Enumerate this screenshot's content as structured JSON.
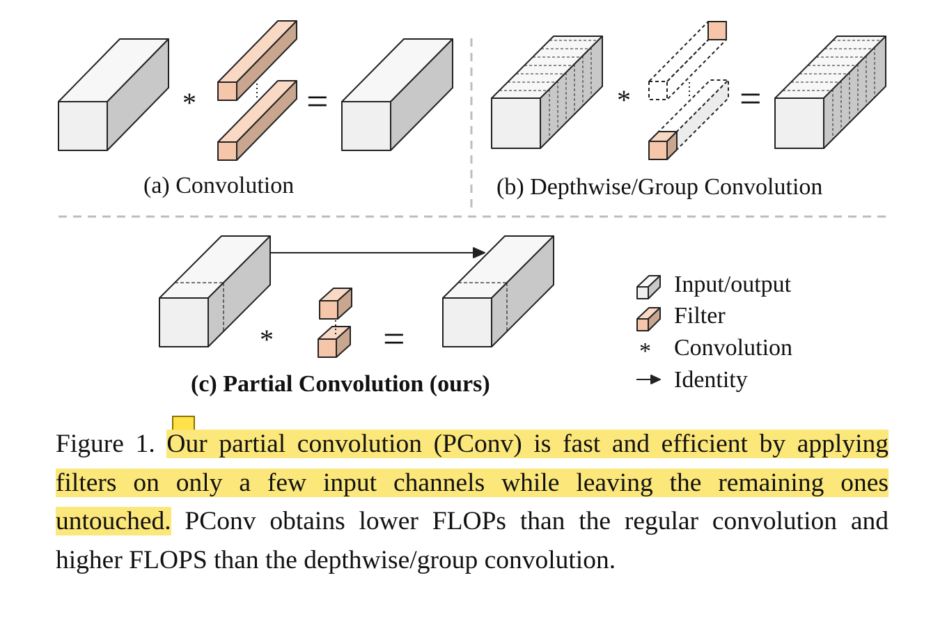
{
  "panels": {
    "a": {
      "label": "(a) Convolution"
    },
    "b": {
      "label": "(b) Depthwise/Group Convolution"
    },
    "c": {
      "label": "(c) Partial Convolution (ours)"
    }
  },
  "symbols": {
    "conv": "*",
    "equals": "="
  },
  "legend": {
    "items": [
      {
        "icon": "input-output-cube-icon",
        "label": "Input/output"
      },
      {
        "icon": "filter-cube-icon",
        "label": "Filter"
      },
      {
        "icon": "convolution-star-icon",
        "label": "Convolution"
      },
      {
        "icon": "identity-arrow-icon",
        "label": "Identity"
      }
    ]
  },
  "caption": {
    "prefix": "Figure 1.",
    "highlighted": "Our partial convolution (PConv) is fast and efficient by applying filters on only a few input channels while leaving the remaining ones untouched.",
    "rest": "PConv obtains lower FLOPs than the regular convolution and higher FLOPS than the depthwise/group convolution."
  },
  "colors": {
    "box_front": "#f0f0f0",
    "box_top": "#f7f7f7",
    "box_side": "#c8c8c8",
    "filter_front": "#f5c6aa",
    "filter_top": "#f9d9c4",
    "filter_side": "#c9a68f",
    "highlight": "#fbe77a"
  }
}
